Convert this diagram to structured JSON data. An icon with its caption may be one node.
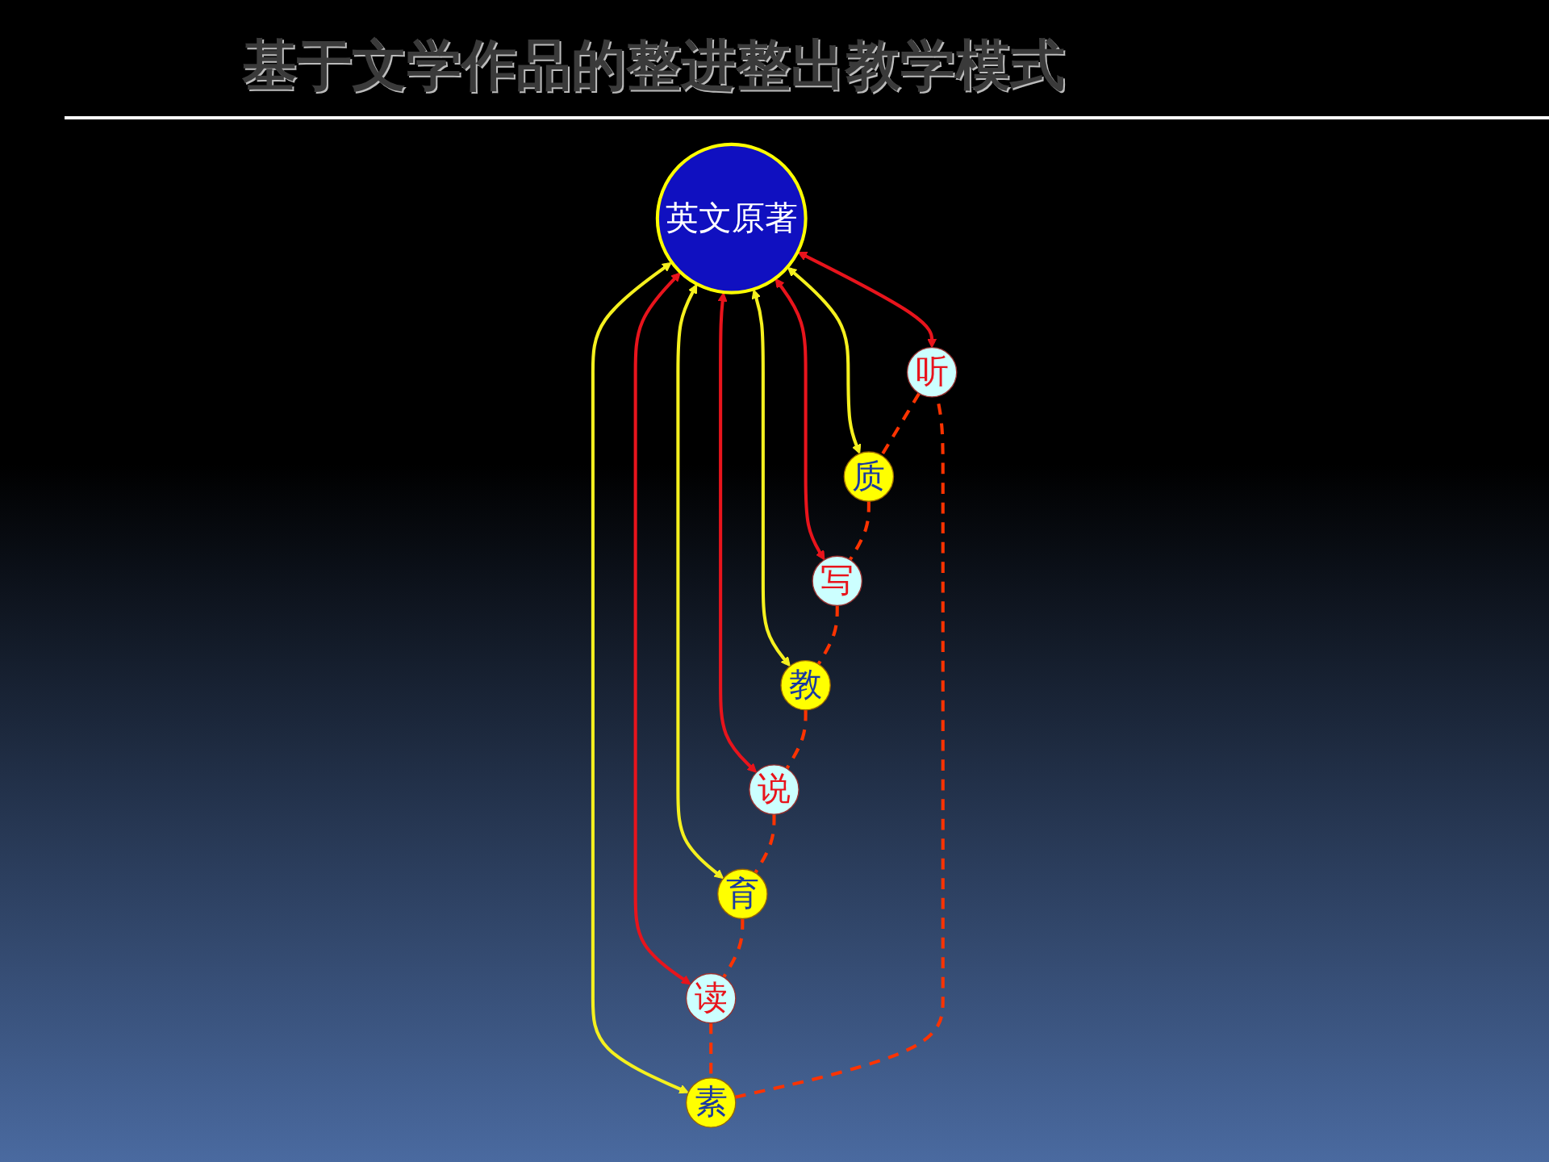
{
  "diagram": {
    "title": "基于文学作品的整进整出教学模式",
    "nodes": [
      {
        "text": [
          "听"
        ]
      },
      {
        "text": [
          "素"
        ]
      },
      {
        "text": [
          "质"
        ]
      },
      {
        "text": [
          "读"
        ]
      },
      {
        "text": [
          "英文原著"
        ]
      },
      {
        "text": [
          "写"
        ]
      },
      {
        "text": [
          "育"
        ]
      },
      {
        "text": [
          "教"
        ]
      },
      {
        "text": [
          "说"
        ]
      }
    ],
    "edges": [
      {
        "from": 4,
        "to": 0,
        "arrow": "both",
        "color": "#e8141c"
      },
      {
        "from": 4,
        "to": 1,
        "arrow": "both",
        "color": "#f5f01e"
      },
      {
        "from": 4,
        "to": 2,
        "arrow": "both",
        "color": "#f5f01e"
      },
      {
        "from": 4,
        "to": 3,
        "arrow": "both",
        "color": "#e8141c"
      },
      {
        "from": 4,
        "to": 5,
        "arrow": "both",
        "color": "#e8141c"
      },
      {
        "from": 4,
        "to": 6,
        "arrow": "both",
        "color": "#f5f01e"
      },
      {
        "from": 4,
        "to": 7,
        "arrow": "both",
        "color": "#f5f01e"
      },
      {
        "from": 4,
        "to": 8,
        "arrow": "both",
        "color": "#e8141c"
      },
      {
        "from": 0,
        "to": 2,
        "arrow": "none",
        "style": "dashed",
        "color": "#ff3300"
      },
      {
        "from": 2,
        "to": 5,
        "arrow": "none",
        "style": "dashed",
        "color": "#ff3300"
      },
      {
        "from": 5,
        "to": 7,
        "arrow": "none",
        "style": "dashed",
        "color": "#ff3300"
      },
      {
        "from": 7,
        "to": 8,
        "arrow": "none",
        "style": "dashed",
        "color": "#ff3300"
      },
      {
        "from": 8,
        "to": 6,
        "arrow": "none",
        "style": "dashed",
        "color": "#ff3300"
      },
      {
        "from": 6,
        "to": 3,
        "arrow": "none",
        "style": "dashed",
        "color": "#ff3300"
      },
      {
        "from": 3,
        "to": 1,
        "arrow": "none",
        "style": "dashed",
        "color": "#ff3300"
      },
      {
        "from": 1,
        "to": 0,
        "arrow": "none",
        "style": "dashed",
        "color": "#ff3300"
      }
    ]
  }
}
